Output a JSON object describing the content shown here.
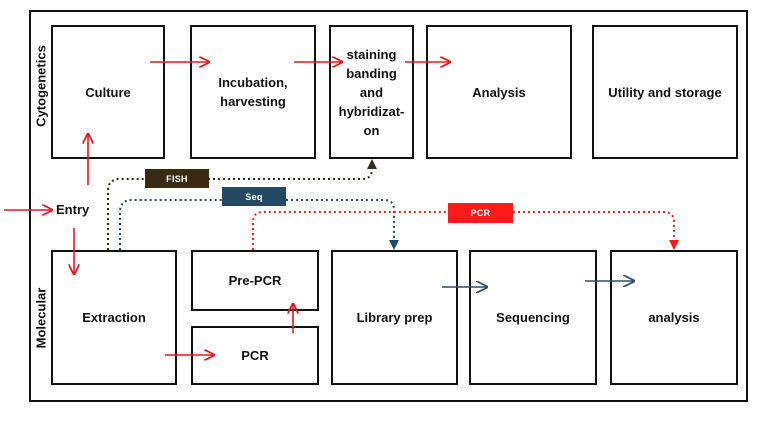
{
  "sections": {
    "cytogenetics": "Cytogenetics",
    "molecular": "Molecular"
  },
  "entry": "Entry",
  "boxes": {
    "culture": "Culture",
    "incubation": [
      "Incubation,",
      "harvesting"
    ],
    "staining": [
      "staining",
      "banding",
      "and",
      "hybridizat-",
      "on"
    ],
    "analysis_cyto": "Analysis",
    "utility": "Utility and storage",
    "extraction": "Extraction",
    "pre_pcr": "Pre-PCR",
    "pcr": "PCR",
    "library_prep": "Library prep",
    "sequencing": "Sequencing",
    "analysis_mol": "analysis"
  },
  "pathways": {
    "fish": {
      "label": "FISH",
      "color": "#3b2a12"
    },
    "seq": {
      "label": "Seq",
      "color": "#244a63"
    },
    "pcr": {
      "label": "PCR",
      "color": "#ff1a1a"
    }
  },
  "colors": {
    "flow_arrow": "#e8161b",
    "mol_arrow": "#2f4f66",
    "border": "#111111"
  }
}
